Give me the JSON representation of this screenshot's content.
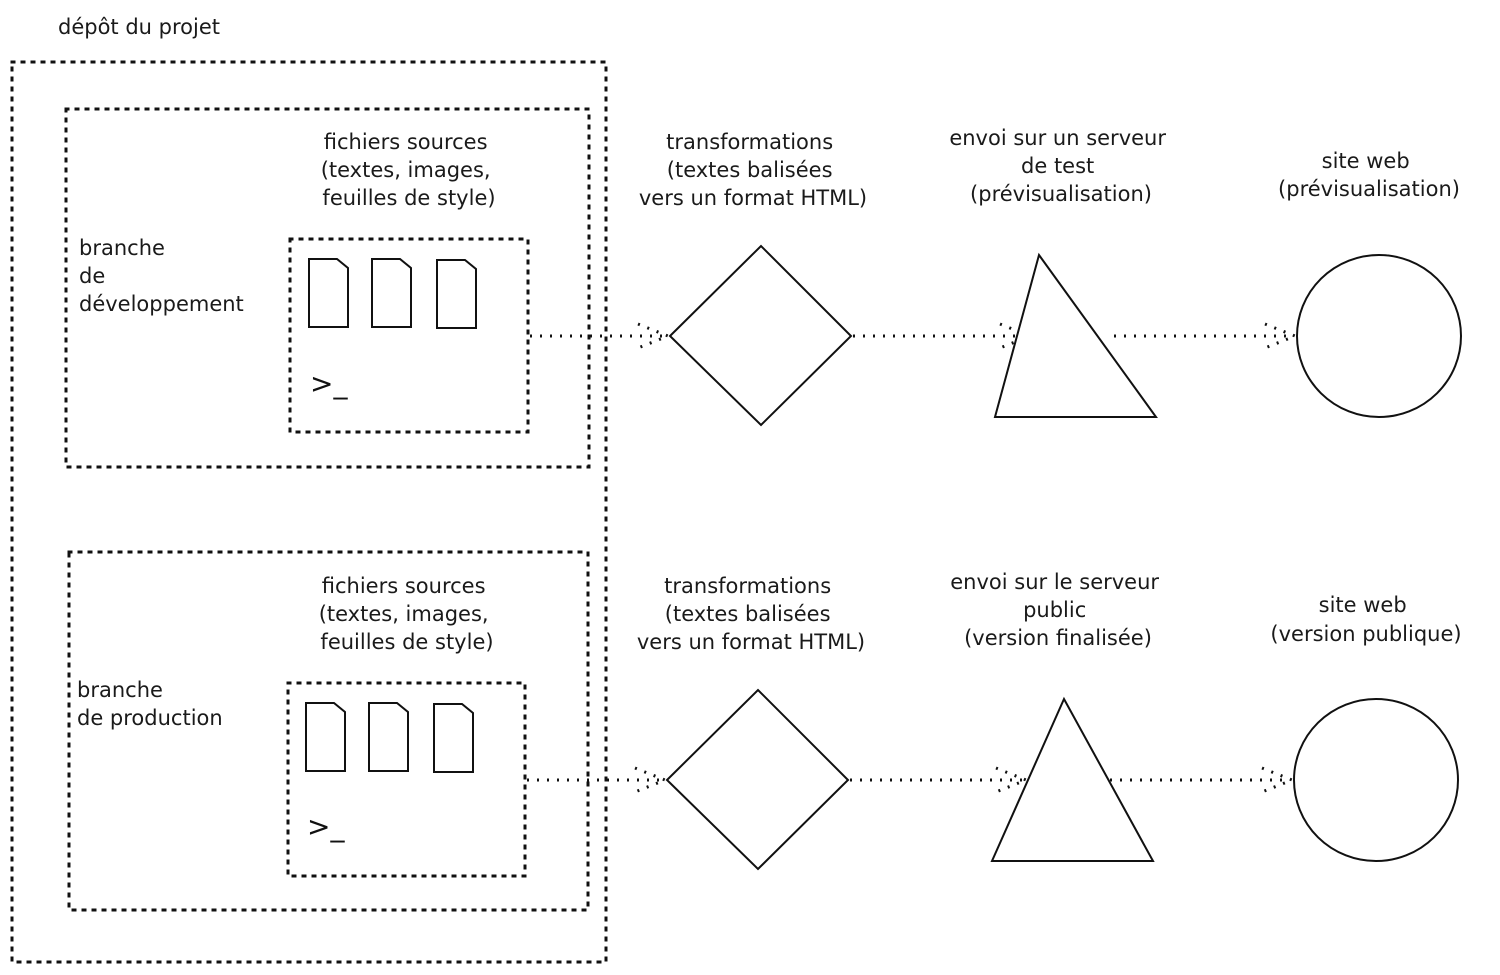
{
  "title": "dépôt du projet",
  "branches": [
    {
      "id": "dev",
      "label_lines": [
        "branche",
        "de",
        "développement"
      ],
      "sources_lines": [
        "fichiers sources",
        "(textes, images,",
        "feuilles de style)"
      ],
      "prompt": ">_",
      "steps": [
        {
          "kind": "diamond",
          "lines": [
            "transformations",
            "(textes balisées",
            "vers un format HTML)"
          ]
        },
        {
          "kind": "triangle",
          "lines": [
            "envoi sur un serveur",
            "de test",
            "(prévisualisation)"
          ]
        },
        {
          "kind": "circle",
          "lines": [
            "site web",
            "(prévisualisation)"
          ]
        }
      ]
    },
    {
      "id": "prod",
      "label_lines": [
        "branche",
        "de production"
      ],
      "sources_lines": [
        "fichiers sources",
        "(textes, images,",
        "feuilles de style)"
      ],
      "prompt": ">_",
      "steps": [
        {
          "kind": "diamond",
          "lines": [
            "transformations",
            "(textes balisées",
            "vers un format HTML)"
          ]
        },
        {
          "kind": "triangle",
          "lines": [
            "envoi sur le serveur",
            "public",
            "(version finalisée)"
          ]
        },
        {
          "kind": "circle",
          "lines": [
            "site web",
            "(version publique)"
          ]
        }
      ]
    }
  ],
  "icons": {
    "file": "file-icon",
    "terminal": "terminal-prompt-icon"
  }
}
